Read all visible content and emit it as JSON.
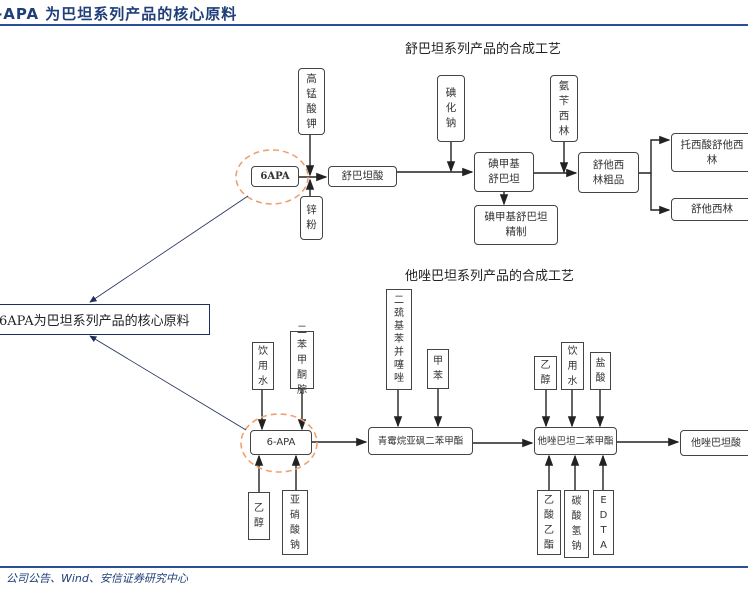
{
  "title": "-APA 为巴坦系列产品的核心原料",
  "sulbactam": {
    "heading": "舒巴坦系列产品的合成工艺",
    "kmno4": "高锰酸钾",
    "apa": "6APA",
    "zinc": "锌粉",
    "sulbactam_acid": "舒巴坦酸",
    "nai": "碘化钠",
    "iodomethyl": "碘甲基舒巴坦",
    "iodomethyl_refined": "碘甲基舒巴坦精制",
    "ampicillin": "氨苄西林",
    "crude": "舒他西林粗品",
    "tosylate": "托西酸舒他西林",
    "sultamicillin": "舒他西林"
  },
  "core_label": "6APA为巴坦系列产品的核心原料",
  "tazobactam": {
    "heading": "他唑巴坦系列产品的合成工艺",
    "water1": "饮用水",
    "benzophenone_hydrazone": "二苯甲酮腙",
    "apa": "6-APA",
    "ethanol1": "乙醇",
    "sodium_nitrite": "亚硝酸钠",
    "dithio": "二巯基苯并噻唑",
    "toluene": "甲苯",
    "penam_ester": "青霉烷亚砜二苯甲酯",
    "ethanol2": "乙醇",
    "water2": "饮用水",
    "hcl": "盐酸",
    "taz_ester": "他唑巴坦二苯甲酯",
    "taz_acid": "他唑巴坦酸",
    "ethyl_acetate": "乙酸乙酯",
    "nahco3": "碳酸氢钠",
    "edta": "EDTA"
  },
  "footer": "公司公告、Wind、安信证券研究中心",
  "colors": {
    "accent": "#2a4f9a",
    "highlight_ellipse": "#f0a070"
  }
}
